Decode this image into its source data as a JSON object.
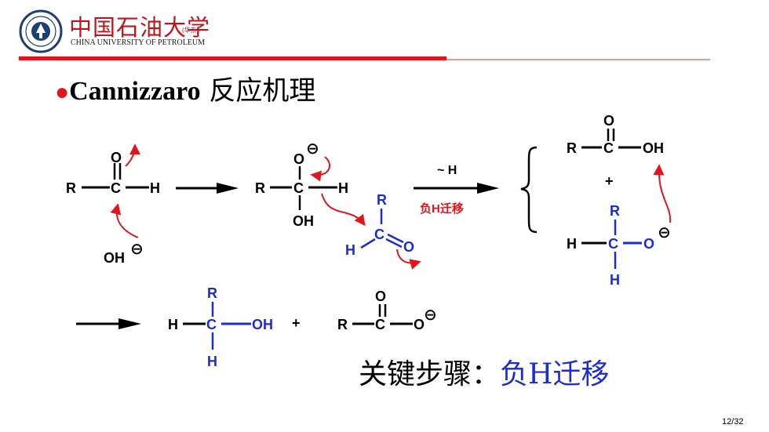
{
  "header": {
    "logo_cn": "中国石油大学",
    "logo_sub": "(华东)",
    "logo_en": "CHINA UNIVERSITY OF PETROLEUM"
  },
  "title": {
    "bullet": "●",
    "latin": "Cannizzaro",
    "cn": " 反应机理"
  },
  "arrow_label_top": "~ H",
  "arrow_label_bottom": "负H迁移",
  "key_step": {
    "label": "关键步骤：",
    "highlight": "负H迁移"
  },
  "page_number": "12/32",
  "atoms": {
    "R": "R",
    "C": "C",
    "H": "H",
    "O": "O",
    "OH": "OH",
    "plus": "+",
    "minus": "⊖"
  },
  "colors": {
    "accent_red": "#e5141c",
    "brand_red": "#c0141b",
    "blue": "#1b2bd6",
    "black": "#000000"
  }
}
